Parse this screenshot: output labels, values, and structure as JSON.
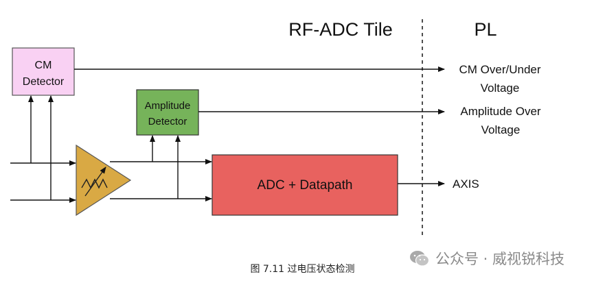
{
  "regions": {
    "rf_adc_tile": "RF-ADC Tile",
    "pl": "PL"
  },
  "blocks": {
    "cm_detector": [
      "CM",
      "Detector"
    ],
    "amplitude_detector": [
      "Amplitude",
      "Detector"
    ],
    "adc_datapath": "ADC + Datapath"
  },
  "outputs": {
    "cm": [
      "CM Over/Under",
      "Voltage"
    ],
    "amplitude": [
      "Amplitude Over",
      "Voltage"
    ],
    "axis": "AXIS"
  },
  "caption": "图  7.11  过电压状态检测",
  "watermark": "公众号 · 威视锐科技",
  "colors": {
    "cm_detector_fill": "#f9d1f3",
    "amplitude_detector_fill": "#76b35a",
    "adc_fill": "#e8625f",
    "amplifier_fill": "#d9a944"
  },
  "icons": [
    "wechat-icon",
    "variable-gain-amplifier-icon"
  ]
}
